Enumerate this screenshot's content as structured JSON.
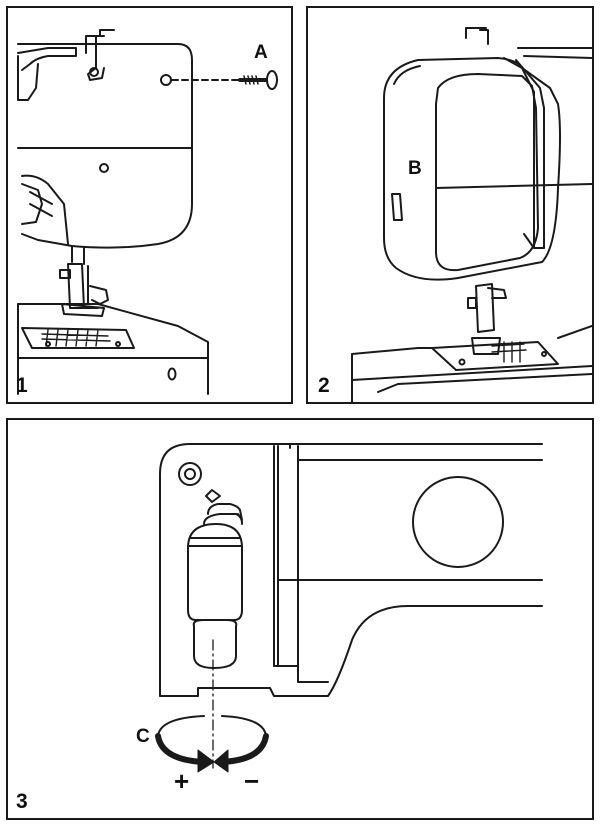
{
  "panels": [
    {
      "number": "1",
      "callout": "A"
    },
    {
      "number": "2",
      "callout": "B"
    },
    {
      "number": "3",
      "callout": "C",
      "plus": "+",
      "minus": "−"
    }
  ]
}
